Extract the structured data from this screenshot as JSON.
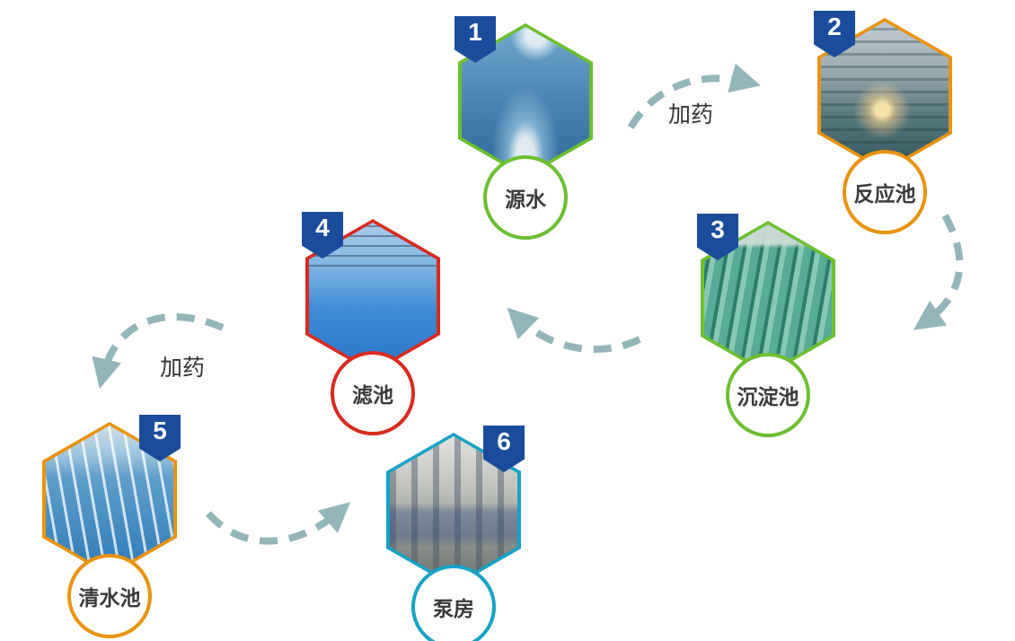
{
  "steps": [
    {
      "number": "1",
      "label": "源水",
      "color": "#6cbf2f"
    },
    {
      "number": "2",
      "label": "反应池",
      "color": "#e8930f"
    },
    {
      "number": "3",
      "label": "沉淀池",
      "color": "#6cbf2f"
    },
    {
      "number": "4",
      "label": "滤池",
      "color": "#d92a20"
    },
    {
      "number": "5",
      "label": "清水池",
      "color": "#e8930f"
    },
    {
      "number": "6",
      "label": "泵房",
      "color": "#17a2c6"
    }
  ],
  "annotations": [
    {
      "text": "加药"
    },
    {
      "text": "加药"
    }
  ],
  "colors": {
    "badge": "#1b4c9b",
    "arrow": "#94b6ba",
    "label_text": "#3a3a3a"
  }
}
